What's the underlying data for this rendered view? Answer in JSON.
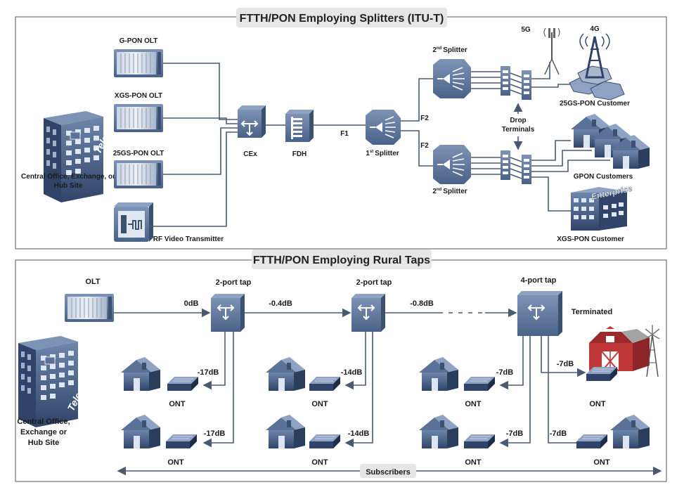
{
  "top_section": {
    "title": "FTTH/PON Employing Splitters (ITU-T)",
    "central_office_l1": "Central Office, Exchange, or",
    "central_office_l2": "Hub Site",
    "building_sign": "Telecom",
    "gpon_olt": "G-PON OLT",
    "xgs_olt": "XGS-PON OLT",
    "olt_25gs": "25GS-PON OLT",
    "rf_video": "RF Video Transmitter",
    "cex": "CEx",
    "fdh": "FDH",
    "f1": "F1",
    "splitter1_num": "1",
    "splitter1_sup": "st",
    "splitter1_word": "Splitter",
    "f2_upper": "F2",
    "f2_lower": "F2",
    "splitter2_num": "2",
    "splitter2_sup": "nd",
    "splitter2_word": "Splitter",
    "drop_terminals_l1": "Drop",
    "drop_terminals_l2": "Terminals",
    "label_5g": "5G",
    "label_4g": "4G",
    "customer_25gs": "25GS-PON Customer",
    "gpon_customers": "GPON Customers",
    "enterprise_sign": "Enterprise",
    "xgs_customer": "XGS-PON Customer"
  },
  "bottom_section": {
    "title": "FTTH/PON Employing Rural Taps",
    "olt": "OLT",
    "central_office_l1": "Central Office,",
    "central_office_l2": "Exchange or",
    "central_office_l3": "Hub Site",
    "building_sign": "Telecom",
    "tap1": "2-port tap",
    "tap2": "2-port tap",
    "tap3": "4-port tap",
    "terminated": "Terminated",
    "level_0": "0dB",
    "level_04": "-0.4dB",
    "level_08": "-0.8dB",
    "drop_17a": "-17dB",
    "drop_17b": "-17dB",
    "drop_14a": "-14dB",
    "drop_14b": "-14dB",
    "drop_7a": "-7dB",
    "drop_7b": "-7dB",
    "drop_7c": "-7dB",
    "drop_7d": "-7dB",
    "ont": "ONT",
    "subscribers": "Subscribers"
  },
  "colors": {
    "device_blue": "#5b7296",
    "device_dark": "#3c5070",
    "line": "#4a5a73",
    "title_bg": "#e6e6e6",
    "barn_red": "#c0373a"
  }
}
